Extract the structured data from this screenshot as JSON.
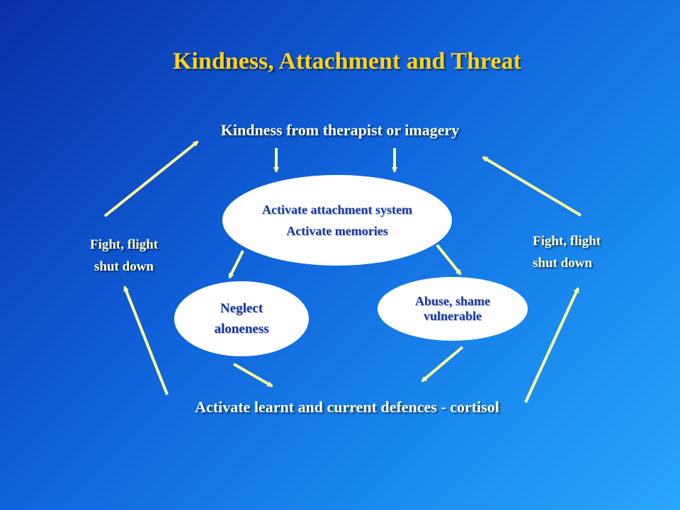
{
  "slide": {
    "title": "Kindness, Attachment and Threat",
    "top_label": "Kindness from therapist or imagery",
    "bottom_label": "Activate learnt and current defences - cortisol",
    "left_side": {
      "line1": "Fight, flight",
      "line2": "shut down"
    },
    "right_side": {
      "line1": "Fight, flight",
      "line2": "shut down"
    },
    "center_oval": {
      "line1": "Activate attachment system",
      "line2": "Activate memories"
    },
    "left_oval": {
      "line1": "Neglect",
      "line2": "aloneness"
    },
    "right_oval": {
      "line1": "Abuse, shame",
      "line2": "vulnerable"
    }
  },
  "colors": {
    "title": "#ffd21a",
    "label": "#ffffe6",
    "arrow": "#ffff99",
    "oval_fill": "#ffffff",
    "oval_text": "#1a3a9a",
    "background_dark": "#0a2fa8",
    "background_light": "#2aa6fb"
  }
}
